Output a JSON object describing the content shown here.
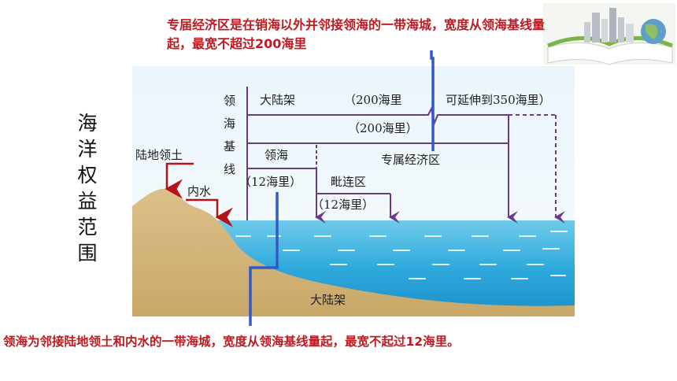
{
  "top_note": "专届经济区是在销海以外并邻接领海的一带海城，宽度从领海基线量起，最宽不超过200海里",
  "bottom_note": "领海为邻接陆地领土和内水的一带海城，宽度从领海基线量起，最宽不起过12海里。",
  "side_title": [
    "海",
    "洋",
    "权",
    "益",
    "范",
    "围"
  ],
  "diagram": {
    "baseline_label": [
      "领",
      "海",
      "基",
      "线"
    ],
    "continental_shelf_top": "大陆架",
    "shelf_200": "（200海里",
    "shelf_350": "可延伸到350海里）",
    "eez_200": "（200海里）",
    "eez": "专属经济区",
    "territorial_sea": "领海",
    "territorial_12": "（12海里）",
    "contiguous_zone": "毗连区",
    "contiguous_12": "（12海里）",
    "land_territory": "陆地领土",
    "internal_waters": "内水",
    "continental_shelf_bottom": "大陆架"
  },
  "colors": {
    "note_red": "#c0191f",
    "arrow_red": "#b3141c",
    "pointer_blue": "#3558c8",
    "zone_purple": "#6a3a86"
  }
}
